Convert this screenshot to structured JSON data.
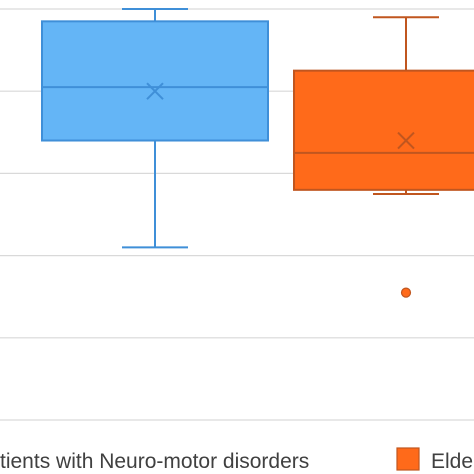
{
  "chart_data": {
    "type": "box",
    "title": "",
    "xlabel": "",
    "ylabel": "",
    "ylim": [
      0,
      5
    ],
    "grid": true,
    "legend_position": "bottom",
    "series": [
      {
        "name": "tients with Neuro-motor disorders",
        "color": "#64B5F6",
        "stroke": "#3F8FD8",
        "whisker_low": 2.1,
        "q1": 3.4,
        "median": 4.05,
        "q3": 4.85,
        "whisker_high": 5.0,
        "mean": 4.0,
        "outliers": []
      },
      {
        "name": "Elde",
        "color": "#FF6A1A",
        "stroke": "#C0561F",
        "whisker_low": 2.75,
        "q1": 2.8,
        "median": 3.25,
        "q3": 4.25,
        "whisker_high": 4.9,
        "mean": 3.4,
        "outliers": [
          1.55
        ]
      }
    ]
  }
}
